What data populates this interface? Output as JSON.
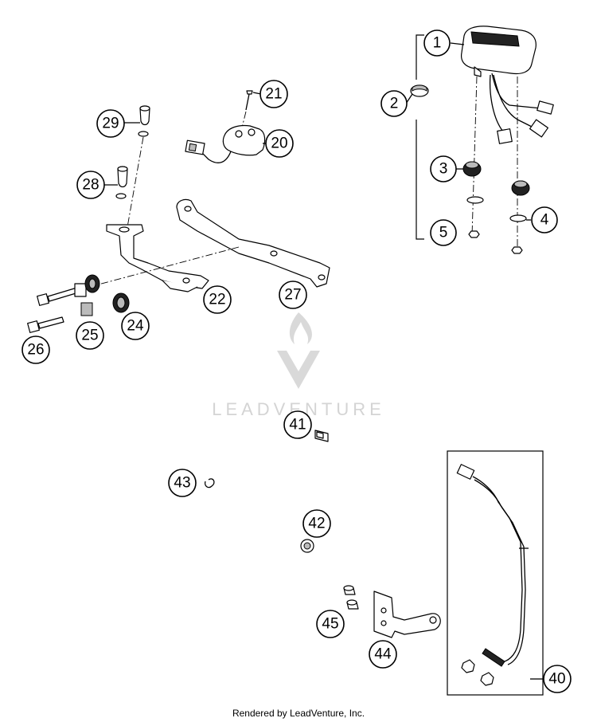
{
  "diagram": {
    "callouts": [
      "1",
      "2",
      "3",
      "4",
      "5",
      "20",
      "21",
      "22",
      "24",
      "25",
      "26",
      "27",
      "28",
      "29",
      "40",
      "41",
      "42",
      "43",
      "44",
      "45"
    ]
  },
  "watermark": {
    "text": "LEADVENTURE"
  },
  "footer": {
    "text": "Rendered by LeadVenture, Inc."
  }
}
